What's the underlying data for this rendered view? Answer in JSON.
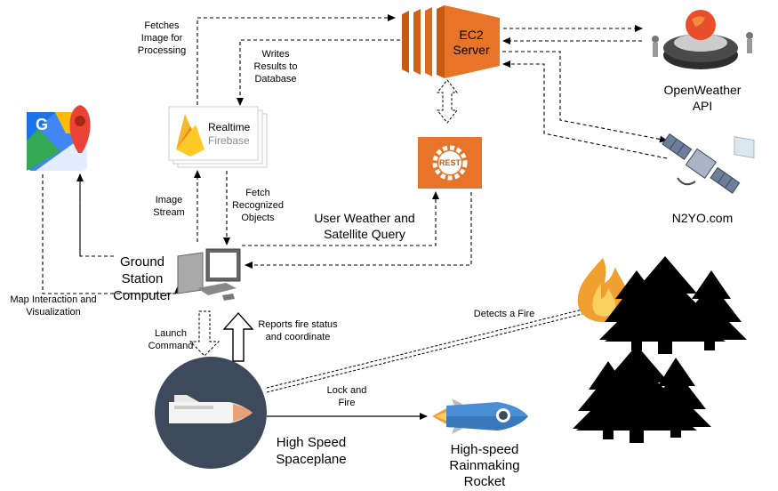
{
  "nodes": {
    "ec2": [
      "EC2",
      "Server"
    ],
    "openweather": [
      "OpenWeather",
      "API"
    ],
    "n2yo": "N2YO.com",
    "firebase": [
      "Realtime",
      "Firebase"
    ],
    "rest": "REST",
    "ground_station": [
      "Ground",
      "Station",
      "Computer"
    ],
    "spaceplane": [
      "High Speed",
      "Spaceplane"
    ],
    "rocket": [
      "High-speed",
      "Rainmaking",
      "Rocket"
    ]
  },
  "edges": {
    "fetches_image": [
      "Fetches",
      "Image for",
      "Processing"
    ],
    "writes_results": [
      "Writes",
      "Results to",
      "Database"
    ],
    "image_stream": [
      "Image",
      "Stream"
    ],
    "fetch_objects": [
      "Fetch",
      "Recognized",
      "Objects"
    ],
    "user_query": [
      "User Weather and",
      "Satellite Query"
    ],
    "map_interaction": [
      "Map Interaction and",
      "Visualization"
    ],
    "launch_command": [
      "Launch",
      "Command"
    ],
    "reports_fire": [
      "Reports fire status",
      "and coordinate"
    ],
    "detects_fire": "Detects a Fire",
    "lock_fire": [
      "Lock and",
      "Fire"
    ]
  },
  "colors": {
    "aws_orange": "#E8742A",
    "aws_orange_dark": "#C85B12",
    "firebase_yellow": "#F6B72B",
    "spaceplane_bg": "#3D4A5C",
    "rocket_blue": "#4A8FD6",
    "tree": "#000000",
    "flame": "#F0A030"
  }
}
